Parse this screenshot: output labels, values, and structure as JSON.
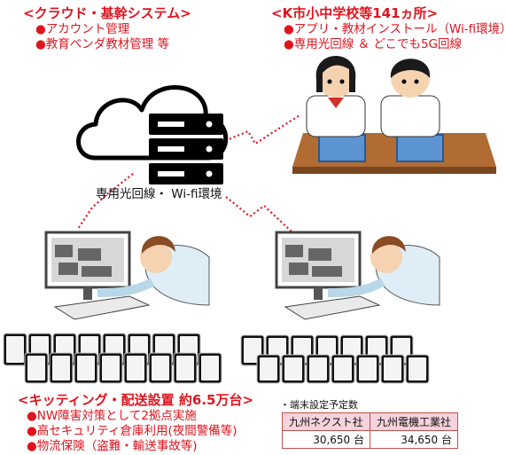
{
  "cloud": {
    "heading": "<クラウド・基幹システム>",
    "items": [
      "●アカウント管理",
      "●教育ベンダ教材管理 等"
    ]
  },
  "schools": {
    "heading": "<K市小中学校等141ヵ所>",
    "items": [
      "●アプリ・教材インストール（Wi-fi環境）",
      "●専用光回線 ＆ どこでも5G回線"
    ]
  },
  "network_label": "専用光回線・ Wi-fi環境",
  "kitting": {
    "heading": "<キッティング・配送設置 約6.5万台>",
    "items": [
      "●NW障害対策として2拠点実施",
      "●高セキュリティ倉庫利用(夜間警備等)",
      "●物流保険（盗難・輸送事故等)"
    ]
  },
  "devices_table": {
    "note": "・端末設定予定数",
    "headers": [
      "九州ネクスト社",
      "九州電機工業社"
    ],
    "values": [
      "30,650 台",
      "34,650 台"
    ]
  },
  "colors": {
    "accent_red": "#e0141e",
    "link_dots": "#e0141e",
    "table_header": "#f6d2dc"
  }
}
